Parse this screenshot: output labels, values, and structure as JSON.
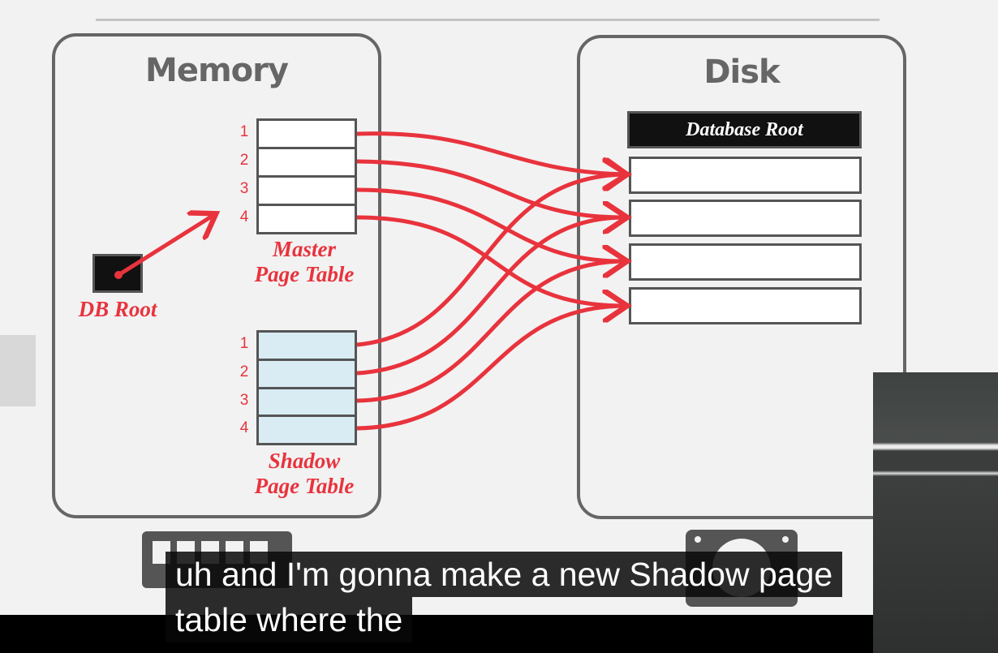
{
  "slide": {
    "memory_title": "Memory",
    "disk_title": "Disk",
    "database_root": "Database Root",
    "db_root_label": "DB Root",
    "master_label": [
      "Master",
      "Page Table"
    ],
    "shadow_label": [
      "Shadow",
      "Page Table"
    ],
    "master_rows": [
      "1",
      "2",
      "3",
      "4"
    ],
    "shadow_rows": [
      "1",
      "2",
      "3",
      "4"
    ],
    "accent_color": "#e8333d"
  },
  "subtitles": {
    "line1": "uh and I'm gonna make a new Shadow page",
    "line2": "table where the"
  }
}
